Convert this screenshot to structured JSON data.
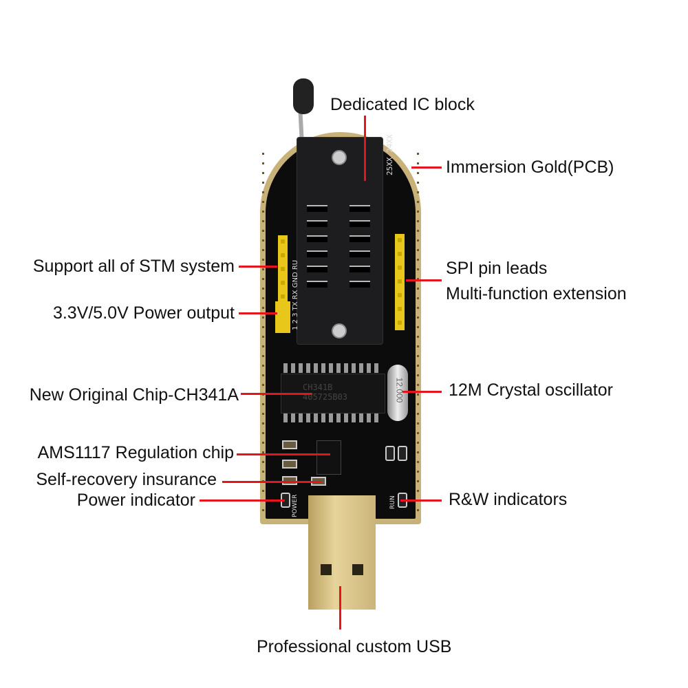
{
  "labels": {
    "ic_block": "Dedicated IC block",
    "immersion_gold": "Immersion Gold(PCB)",
    "stm_support": "Support all of STM system",
    "power_output": "3.3V/5.0V Power output",
    "spi_leads": "SPI pin leads",
    "multi_function": "Multi-function extension",
    "main_chip": "New Original Chip-CH341A",
    "crystal": "12M Crystal oscillator",
    "regulator": "AMS1117 Regulation chip",
    "fuse": "Self-recovery insurance",
    "power_indicator": "Power indicator",
    "rw_indicators": "R&W indicators",
    "usb": "Professional custom USB"
  },
  "board_silk": {
    "chip_marking": "CH341B",
    "chip_code": "405725B03",
    "crystal_marking": "12.000",
    "socket_marking": "25XX 24XX",
    "power_led": "POWER",
    "run_led": "RUN",
    "pin_labels": "1 2 3 TX RX GND RU"
  },
  "colors": {
    "pointer": "#e8141c",
    "pcb": "#0c0c0c",
    "gold": "#c9b27a",
    "header": "#e8c61a"
  }
}
